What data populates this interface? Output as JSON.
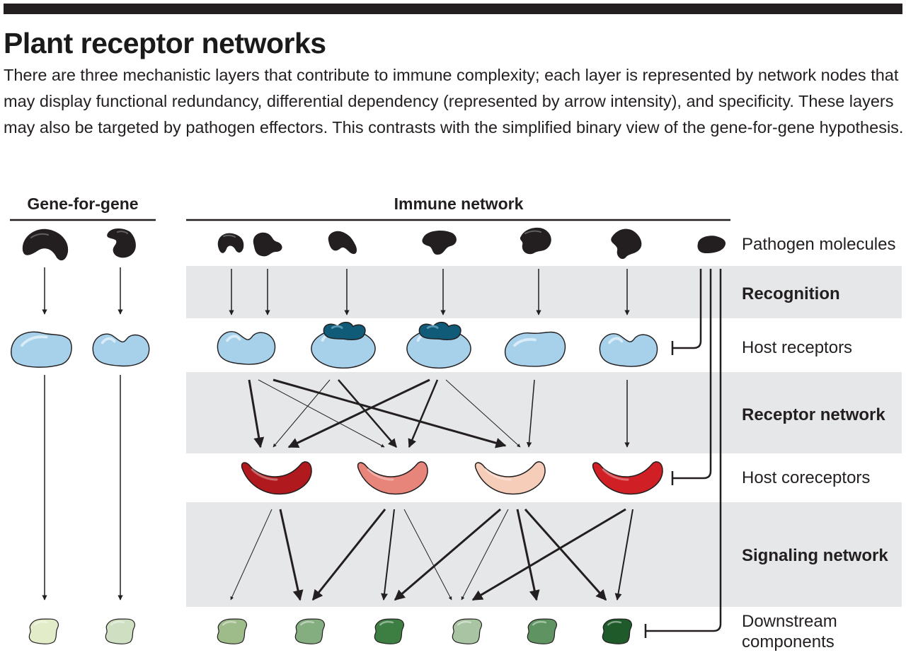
{
  "header": {
    "title": "Plant receptor networks",
    "caption": "There are three mechanistic layers that contribute to immune complexity; each layer is represented by network nodes that may display functional redundancy, differential dependency (represented by arrow intensity), and specificity. These layers may also be targeted by pathogen effectors. This contrasts with the simplified binary view of the gene-for-gene hypothesis."
  },
  "panels": {
    "gene_for_gene": "Gene-for-gene",
    "immune_network": "Immune network"
  },
  "layers": {
    "pathogen_molecules": "Pathogen molecules",
    "recognition": "Recognition",
    "host_receptors": "Host receptors",
    "receptor_network": "Receptor network",
    "host_coreceptors": "Host coreceptors",
    "signaling_network": "Signaling network",
    "downstream_line1": "Downstream",
    "downstream_line2": "components"
  },
  "colors": {
    "pathogen": "#231f20",
    "receptor": "#a7d1ea",
    "receptor_bound": "#0f5b78",
    "band": "#e6e7e8",
    "coreceptor_shades": [
      "#b0191e",
      "#e8857a",
      "#f6cdb9",
      "#d11f26"
    ],
    "downstream_shades": [
      "#e2ecc9",
      "#cfdfc2",
      "#9ebb8a",
      "#84ad80",
      "#3d7e43",
      "#a9c4a3",
      "#5f9462",
      "#1f5a2a"
    ]
  }
}
